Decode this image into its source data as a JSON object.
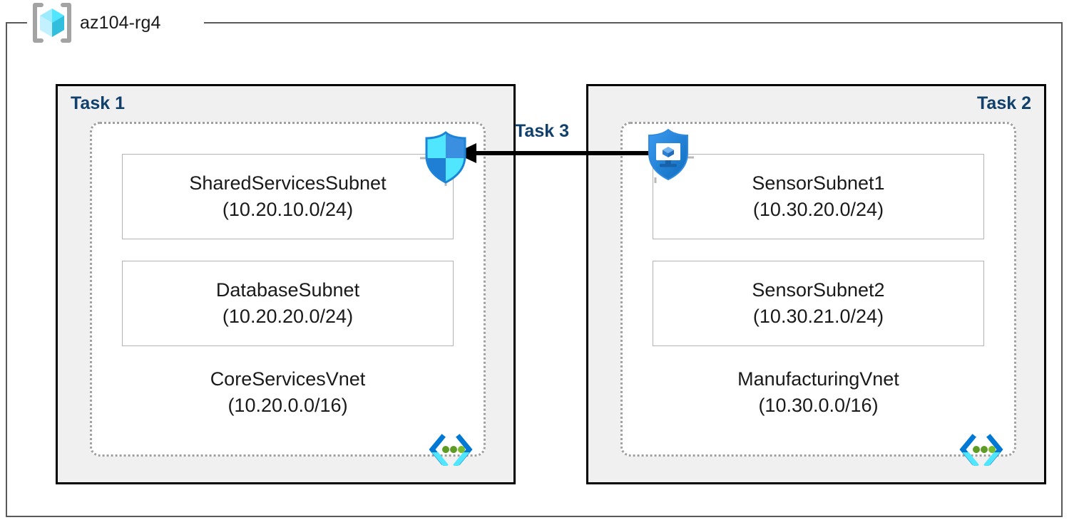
{
  "resource_group": {
    "name": "az104-rg4",
    "icon": "azure-resource-group-cube-icon"
  },
  "tasks": {
    "task1_label": "Task 1",
    "task2_label": "Task 2",
    "task3_label": "Task 3"
  },
  "vnets": [
    {
      "id": "core-services-vnet",
      "name": "CoreServicesVnet",
      "cidr": "(10.20.0.0/16)",
      "task": "Task 1",
      "icon": "virtual-network-icon",
      "security_icon": "azure-bastion-shield-icon",
      "subnets": [
        {
          "name": "SharedServicesSubnet",
          "cidr": "(10.20.10.0/24)"
        },
        {
          "name": "DatabaseSubnet",
          "cidr": "(10.20.20.0/24)"
        }
      ]
    },
    {
      "id": "manufacturing-vnet",
      "name": "ManufacturingVnet",
      "cidr": "(10.30.0.0/16)",
      "task": "Task 2",
      "icon": "virtual-network-icon",
      "security_icon": "azure-bastion-vm-shield-icon",
      "subnets": [
        {
          "name": "SensorSubnet1",
          "cidr": "(10.30.20.0/24)"
        },
        {
          "name": "SensorSubnet2",
          "cidr": "(10.30.21.0/24)"
        }
      ]
    }
  ],
  "connection": {
    "label": "Task 3",
    "direction": "right-to-left",
    "from": "ManufacturingVnet",
    "to": "CoreServicesVnet"
  },
  "colors": {
    "task_label": "#10406b",
    "task_box_fill": "#f0f0f0",
    "task_box_border": "#000000",
    "vnet_border": "#a0a0a0",
    "subnet_border": "#b3b3b3",
    "frame_border": "#595959",
    "arrow": "#000000",
    "azure_blue": "#0078d4",
    "azure_cyan": "#50e6ff",
    "vnet_icon_green": "#5e9b24"
  }
}
